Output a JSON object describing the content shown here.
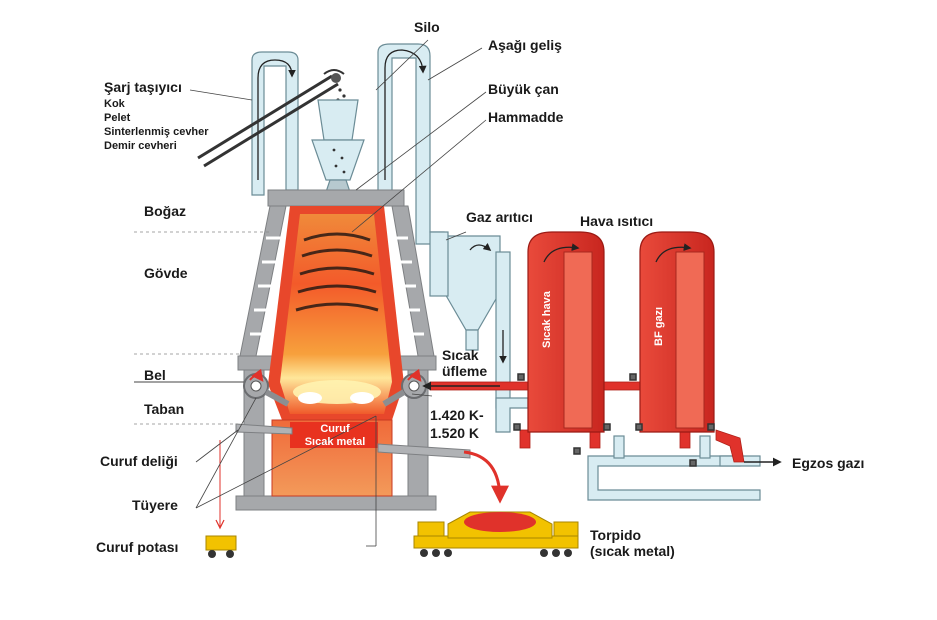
{
  "labels": {
    "silo": "Silo",
    "downcomer": "Aşağı geliş",
    "big_bell": "Büyük çan",
    "raw_material": "Hammadde",
    "charge_conveyor": "Şarj taşıyıcı",
    "charge_items": [
      "Kok",
      "Pelet",
      "Sinterlenmiş cevher",
      "Demir cevheri"
    ],
    "throat": "Boğaz",
    "stack": "Gövde",
    "belly": "Bel",
    "hearth": "Taban",
    "slag_notch": "Curuf deliği",
    "tuyere": "Tüyere",
    "slag_ladle": "Curuf potası",
    "gas_cleaner": "Gaz arıtıcı",
    "hot_stove": "Hava ısıtıcı",
    "hot_blast_line1": "Sıcak",
    "hot_blast_line2": "üfleme",
    "temp_line1": "1.420 K-",
    "temp_line2": "1.520 K",
    "slag": "Curuf",
    "hot_metal": "Sıcak metal",
    "hot_air_vertical": "Sıcak hava",
    "bf_gas_vertical": "BF gazı",
    "exhaust": "Egzos gazı",
    "torpedo_line1": "Torpido",
    "torpedo_line2": "(sıcak metal)"
  },
  "colors": {
    "pipe_fill": "#d8ecf2",
    "pipe_stroke": "#6b8c96",
    "furnace_frame": "#a6a8ab",
    "refractory": "#e8472b",
    "stove_red": "#e0322b",
    "hot_core": "#f7a13a",
    "arrow_dark": "#222222",
    "torpedo_yellow": "#f2c200"
  }
}
